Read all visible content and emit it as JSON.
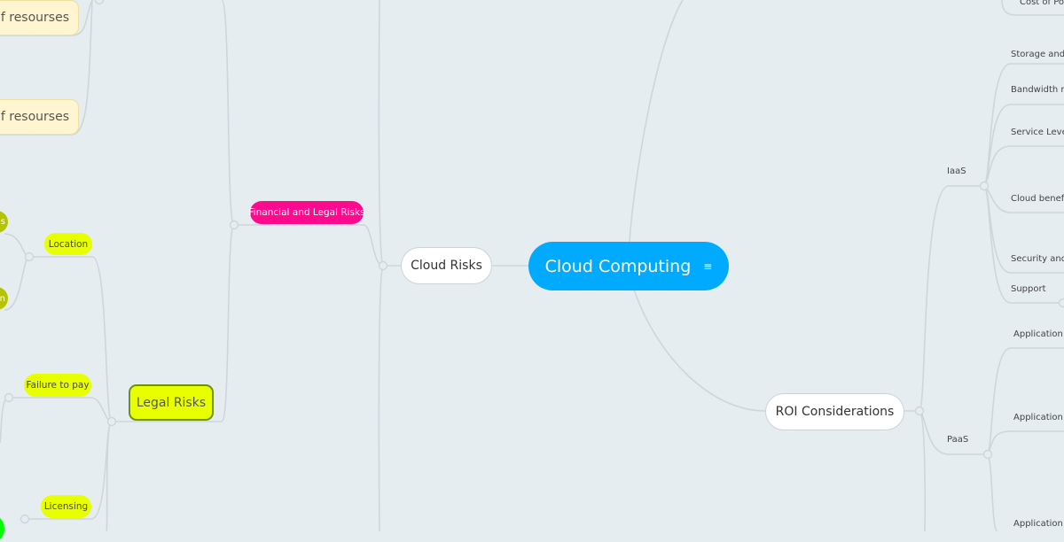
{
  "root": {
    "label": "Cloud Computing",
    "icon": "notes-icon",
    "color": "#00aaff"
  },
  "left": {
    "cloud_risks": "Cloud Risks",
    "financial_legal": {
      "label": "Financial and Legal Risks",
      "color": "#ff0a8c"
    },
    "legal_risks": {
      "label": "Legal Risks",
      "color": "#e8ff00"
    },
    "location": "Location",
    "location_children": [
      "s",
      "n"
    ],
    "failure_to_pay": "Failure to pay",
    "licensing": "Licensing",
    "resources": [
      "of resourses",
      "of resourses"
    ]
  },
  "right": {
    "roi": "ROI Considerations",
    "cost_of": "Cost of Po",
    "iaas": {
      "label": "IaaS",
      "items": [
        "Storage and",
        "Bandwidth re",
        "Service Leve",
        "Cloud benefi",
        "Security and",
        "Support"
      ]
    },
    "paas": {
      "label": "PaaS",
      "items": [
        "Application",
        "Application",
        "Application"
      ]
    }
  }
}
